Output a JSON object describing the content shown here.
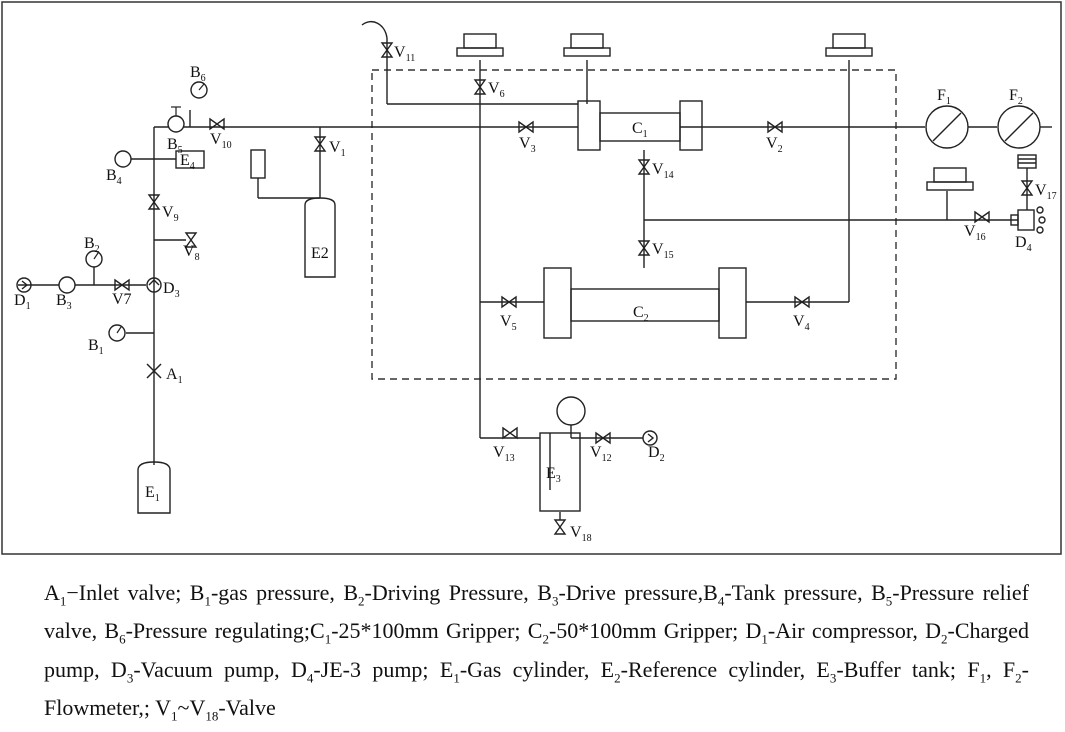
{
  "components": {
    "valves": [
      "V1",
      "V2",
      "V3",
      "V4",
      "V5",
      "V6",
      "V7",
      "V8",
      "V9",
      "V10",
      "V11",
      "V12",
      "V13",
      "V14",
      "V15",
      "V16",
      "V17",
      "V18"
    ],
    "gauges": [
      "B1",
      "B2",
      "B3",
      "B4",
      "B5",
      "B6"
    ],
    "cylinders": [
      "E1",
      "E2",
      "E3",
      "E4"
    ],
    "pumps": [
      "D1",
      "D2",
      "D3",
      "D4"
    ],
    "grippers": [
      "C1",
      "C2"
    ],
    "flowmeters": [
      "F1",
      "F2"
    ],
    "inlet": "A1"
  },
  "caption": [
    {
      "main": "A",
      "sub": "1",
      "text": "−Inlet valve; "
    },
    {
      "main": "B",
      "sub": "1",
      "text": "-gas pressure, "
    },
    {
      "main": "B",
      "sub": "2",
      "text": "-Driving Pressure, "
    },
    {
      "main": "B",
      "sub": "3",
      "text": "-Drive pressure,"
    },
    {
      "main": "B",
      "sub": "4",
      "text": "-Tank pressure, "
    },
    {
      "main": "B",
      "sub": "5",
      "text": "-Pressure relief valve, "
    },
    {
      "main": "B",
      "sub": "6",
      "text": "-Pressure regulating;"
    },
    {
      "main": "C",
      "sub": "1",
      "text": "-25*100mm Gripper; "
    },
    {
      "main": "C",
      "sub": "2",
      "text": "-50*100mm Gripper; "
    },
    {
      "main": "D",
      "sub": "1",
      "text": "-Air compressor, "
    },
    {
      "main": "D",
      "sub": "2",
      "text": "-Charged pump, "
    },
    {
      "main": "D",
      "sub": "3",
      "text": "-Vacuum pump, "
    },
    {
      "main": "D",
      "sub": "4",
      "text": "-JE-3 pump; "
    },
    {
      "main": "E",
      "sub": "1",
      "text": "-Gas cylinder, "
    },
    {
      "main": "E",
      "sub": "2",
      "text": "-Reference cylinder, "
    },
    {
      "main": "E",
      "sub": "3",
      "text": "-Buffer tank; "
    },
    {
      "main": "F",
      "sub": "1",
      "text": ", "
    },
    {
      "main": "F",
      "sub": "2",
      "text": "-Flowmeter,; "
    },
    {
      "main": "V",
      "sub": "1",
      "text": "~"
    },
    {
      "main": "V",
      "sub": "18",
      "text": "-Valve"
    }
  ]
}
